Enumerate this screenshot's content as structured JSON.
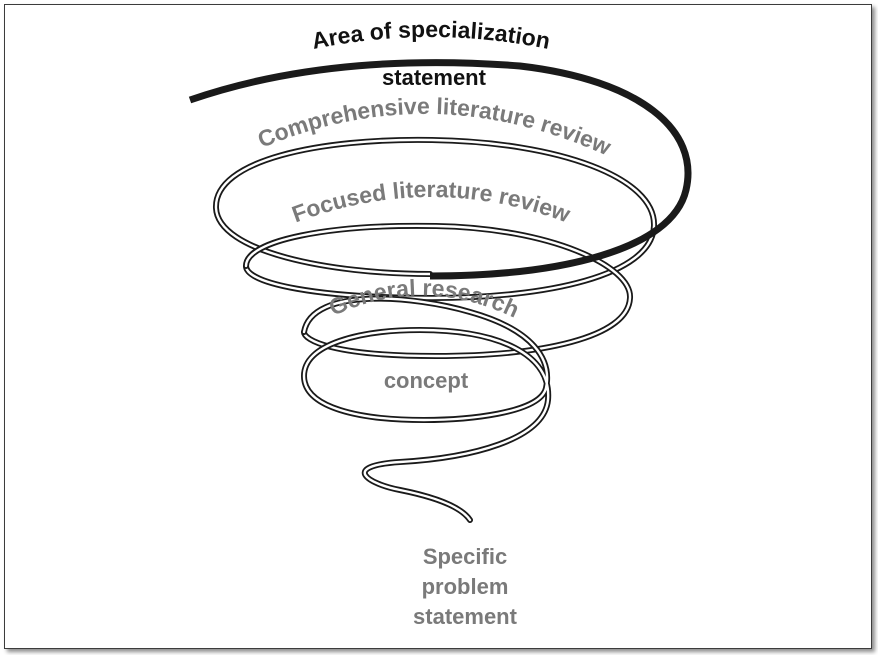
{
  "diagram": {
    "top_label": {
      "line1": "Area of specialization",
      "line2": "statement"
    },
    "levels": [
      {
        "label": "Comprehensive literature review"
      },
      {
        "label": "Focused literature review"
      },
      {
        "label": "General research"
      },
      {
        "label": "concept"
      }
    ],
    "bottom_label": {
      "line1": "Specific",
      "line2": "problem",
      "line3": "statement"
    },
    "colors": {
      "top_arc": "#1a1a1a",
      "spiral_outline": "#1a1a1a",
      "spiral_fill": "#ffffff",
      "level_text": "#7a7a7a",
      "top_text": "#111111",
      "frame_border": "#3c3c3c"
    }
  }
}
